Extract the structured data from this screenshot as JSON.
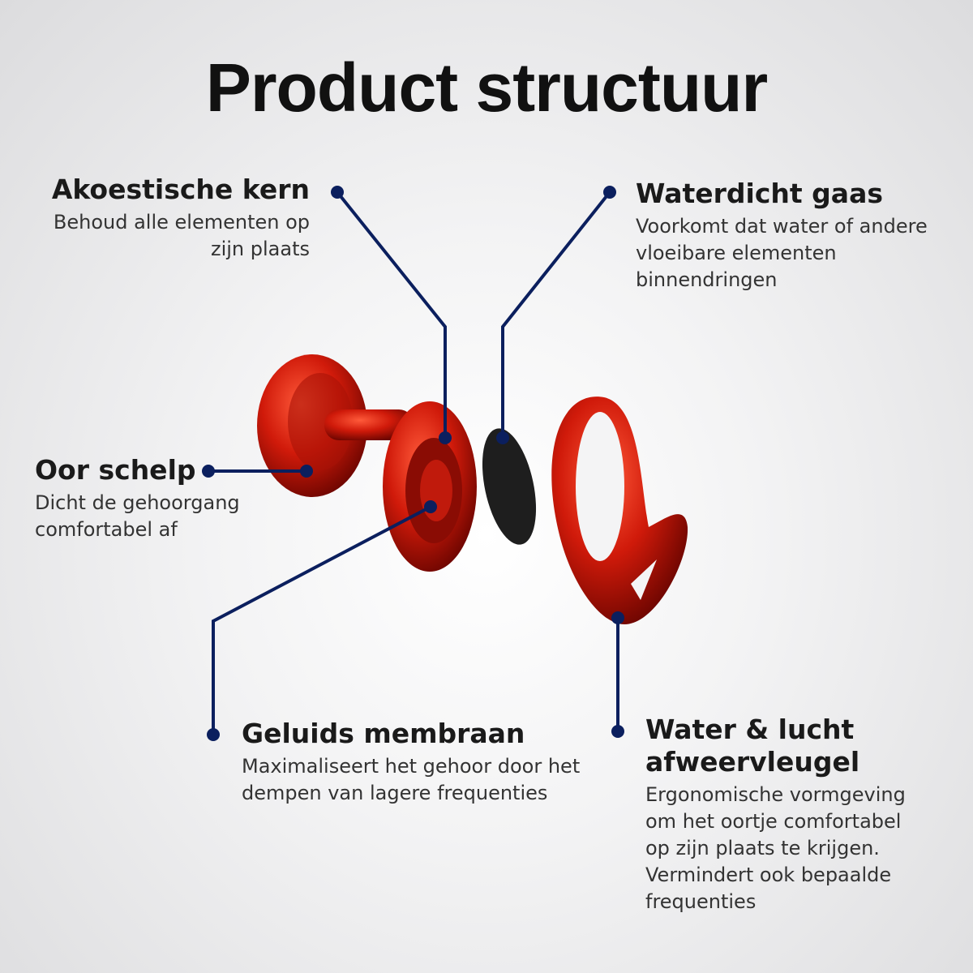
{
  "title": "Product structuur",
  "labels": {
    "akoestische_kern": {
      "title": "Akoestische kern",
      "desc": [
        "Behoud alle elementen op",
        "zijn plaats"
      ]
    },
    "waterdicht_gaas": {
      "title": "Waterdicht gaas",
      "desc": [
        "Voorkomt dat water of andere",
        "vloeibare elementen",
        "binnendringen"
      ]
    },
    "oor_schelp": {
      "title": "Oor schelp",
      "desc": [
        "Dicht de gehoorgang",
        "comfortabel af"
      ]
    },
    "geluids_membraan": {
      "title": "Geluids membraan",
      "desc": [
        "Maximaliseert het gehoor door het",
        "dempen van lagere frequenties"
      ]
    },
    "water_lucht": {
      "title": [
        "Water & lucht",
        "afweervleugel"
      ],
      "desc": [
        "Ergonomische vormgeving",
        "om het oortje comfortabel",
        "op zijn plaats te krijgen.",
        "Vermindert ook bepaalde",
        "frequenties"
      ]
    }
  },
  "colors": {
    "line": "#0b1f5e",
    "product": "#d01a0a",
    "mesh": "#1e1e1e"
  }
}
